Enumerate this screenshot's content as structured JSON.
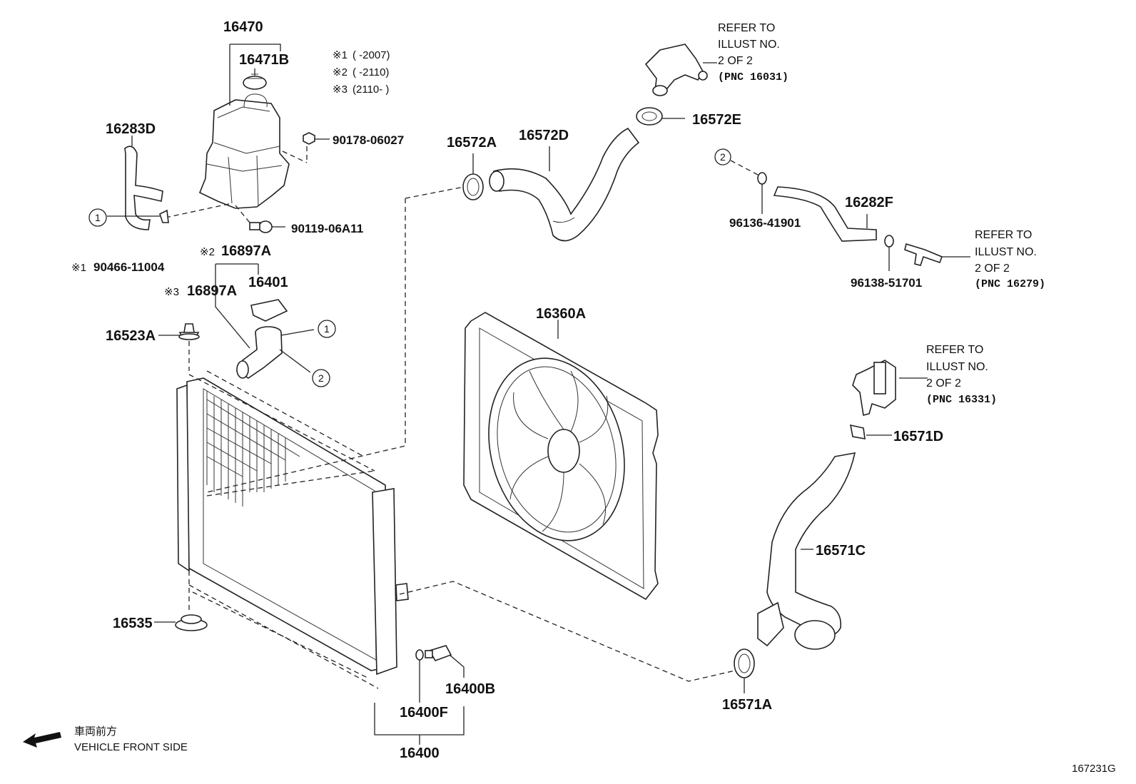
{
  "parts": {
    "p16470": "16470",
    "p16471B": "16471B",
    "p16283D": "16283D",
    "p90178": "90178-06027",
    "p90119": "90119-06A11",
    "p90466": "90466-11004",
    "p16897A_2": "16897A",
    "p16897A_3": "16897A",
    "p16401": "16401",
    "p16523A": "16523A",
    "p16535": "16535",
    "p16572A": "16572A",
    "p16572D": "16572D",
    "p16572E": "16572E",
    "p16282F": "16282F",
    "p96136": "96136-41901",
    "p96138": "96138-51701",
    "p16360A": "16360A",
    "p16571D": "16571D",
    "p16571C": "16571C",
    "p16571A": "16571A",
    "p16400B": "16400B",
    "p16400F": "16400F",
    "p16400": "16400"
  },
  "notes": {
    "n1_mark": "※1",
    "n1_range": "(       -2007)",
    "n2_mark": "※2",
    "n2_range": "(       -2110)",
    "n3_mark": "※3",
    "n3_range": "(2110-       )",
    "mark1": "※1",
    "mark2": "※2",
    "mark3": "※3"
  },
  "circles": {
    "one": "1",
    "two": "2"
  },
  "refs": {
    "r1": {
      "line1": "REFER TO",
      "line2": "ILLUST NO.",
      "line3": "2 OF 2",
      "line4": "(PNC 16031)"
    },
    "r2": {
      "line1": "REFER TO",
      "line2": "ILLUST NO.",
      "line3": "2 OF 2",
      "line4": "(PNC 16279)"
    },
    "r3": {
      "line1": "REFER TO",
      "line2": "ILLUST NO.",
      "line3": "2 OF 2",
      "line4": "(PNC 16331)"
    }
  },
  "footer": {
    "front_jp": "車両前方",
    "front_en": "VEHICLE FRONT SIDE",
    "illust_id": "167231G"
  }
}
